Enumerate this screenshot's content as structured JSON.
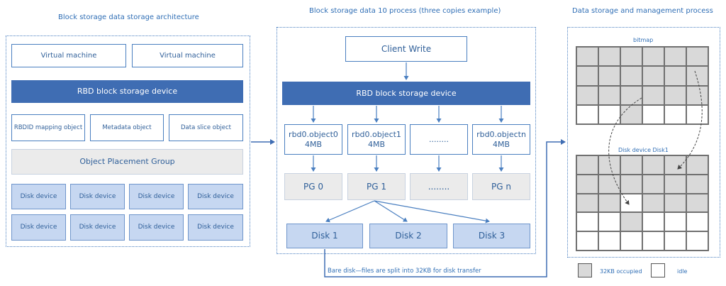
{
  "titles": {
    "left": "Block storage data storage architecture",
    "middle": "Block storage data 10 process (three copies example)",
    "right": "Data storage and management process"
  },
  "left": {
    "vms": [
      "Virtual machine",
      "Virtual machine"
    ],
    "rbd": "RBD block storage device",
    "objects": [
      "RBDID mapping object",
      "Metadata object",
      "Data slice object"
    ],
    "pg": "Object Placement Group",
    "disks": [
      "Disk device",
      "Disk device",
      "Disk device",
      "Disk device",
      "Disk device",
      "Disk device",
      "Disk device",
      "Disk device"
    ]
  },
  "middle": {
    "client": "Client Write",
    "rbd": "RBD block storage device",
    "objects": [
      {
        "name": "rbd0.object0",
        "size": "4MB"
      },
      {
        "name": "rbd0.object1",
        "size": "4MB"
      },
      {
        "name": "........",
        "size": ""
      },
      {
        "name": "rbd0.objectn",
        "size": "4MB"
      }
    ],
    "pgs": [
      "PG 0",
      "PG 1",
      "........",
      "PG n"
    ],
    "disks": [
      "Disk 1",
      "Disk 2",
      "Disk 3"
    ],
    "bottom_label": "Bare disk—files are split into 32KB for disk transfer"
  },
  "right": {
    "bitmap_label": "bitmap",
    "disk_label": "Disk device Disk1",
    "bitmap_idle": [
      false,
      false,
      false,
      false,
      false,
      false,
      false,
      false,
      false,
      false,
      false,
      false,
      false,
      false,
      false,
      false,
      false,
      false,
      true,
      true,
      false,
      true,
      true,
      true
    ],
    "disk_idle": [
      false,
      false,
      false,
      false,
      false,
      false,
      false,
      false,
      false,
      false,
      false,
      false,
      false,
      false,
      true,
      false,
      false,
      false,
      true,
      true,
      false,
      true,
      true,
      true,
      true,
      true,
      true,
      true,
      true,
      true
    ],
    "legend": {
      "occupied": "32KB occupied",
      "idle": "idle"
    }
  },
  "colors": {
    "accent": "#2f6eb5",
    "navy": "#3f6db3",
    "light_blue": "#c6d7f1",
    "gray_cell": "#d9d9d9"
  }
}
